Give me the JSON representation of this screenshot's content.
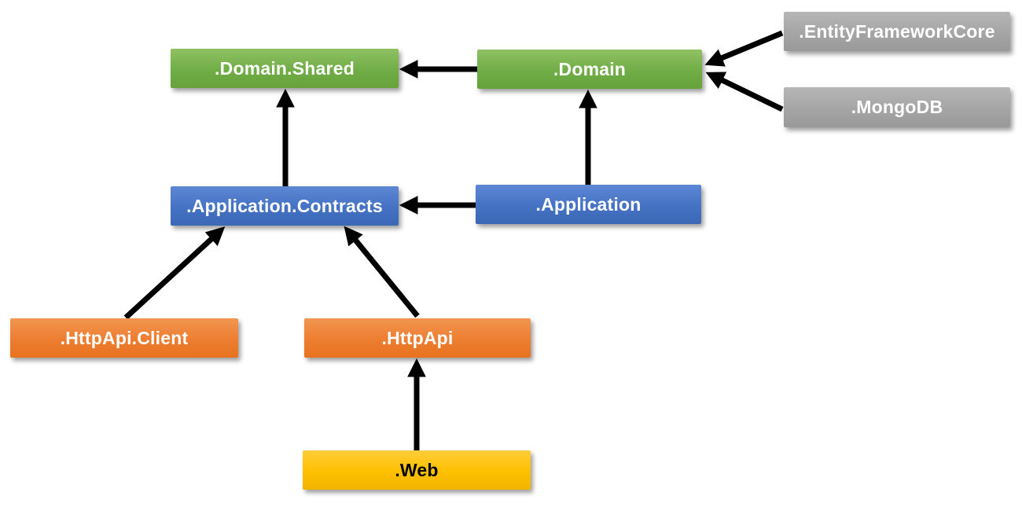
{
  "diagram": {
    "type": "dependency-graph",
    "background_color": "#ffffff",
    "edge_color": "#000000",
    "nodes": {
      "domain_shared": {
        "label": ".Domain.Shared",
        "color": "#70AD47",
        "text_color": "#ffffff"
      },
      "domain": {
        "label": ".Domain",
        "color": "#70AD47",
        "text_color": "#ffffff"
      },
      "entity_framework_core": {
        "label": ".EntityFrameworkCore",
        "color": "#A5A5A5",
        "text_color": "#ffffff"
      },
      "mongodb": {
        "label": ".MongoDB",
        "color": "#A5A5A5",
        "text_color": "#ffffff"
      },
      "application_contracts": {
        "label": ".Application.Contracts",
        "color": "#4472C4",
        "text_color": "#ffffff"
      },
      "application": {
        "label": ".Application",
        "color": "#4472C4",
        "text_color": "#ffffff"
      },
      "httpapi_client": {
        "label": ".HttpApi.Client",
        "color": "#ED7D31",
        "text_color": "#ffffff"
      },
      "httpapi": {
        "label": ".HttpApi",
        "color": "#ED7D31",
        "text_color": "#ffffff"
      },
      "web": {
        "label": ".Web",
        "color": "#FFC000",
        "text_color": "#000000"
      }
    },
    "edges": [
      {
        "from": "domain",
        "to": "domain_shared"
      },
      {
        "from": "application_contracts",
        "to": "domain_shared"
      },
      {
        "from": "entity_framework_core",
        "to": "domain"
      },
      {
        "from": "mongodb",
        "to": "domain"
      },
      {
        "from": "application",
        "to": "application_contracts"
      },
      {
        "from": "application",
        "to": "domain"
      },
      {
        "from": "httpapi_client",
        "to": "application_contracts"
      },
      {
        "from": "httpapi",
        "to": "application_contracts"
      },
      {
        "from": "web",
        "to": "httpapi"
      }
    ]
  }
}
